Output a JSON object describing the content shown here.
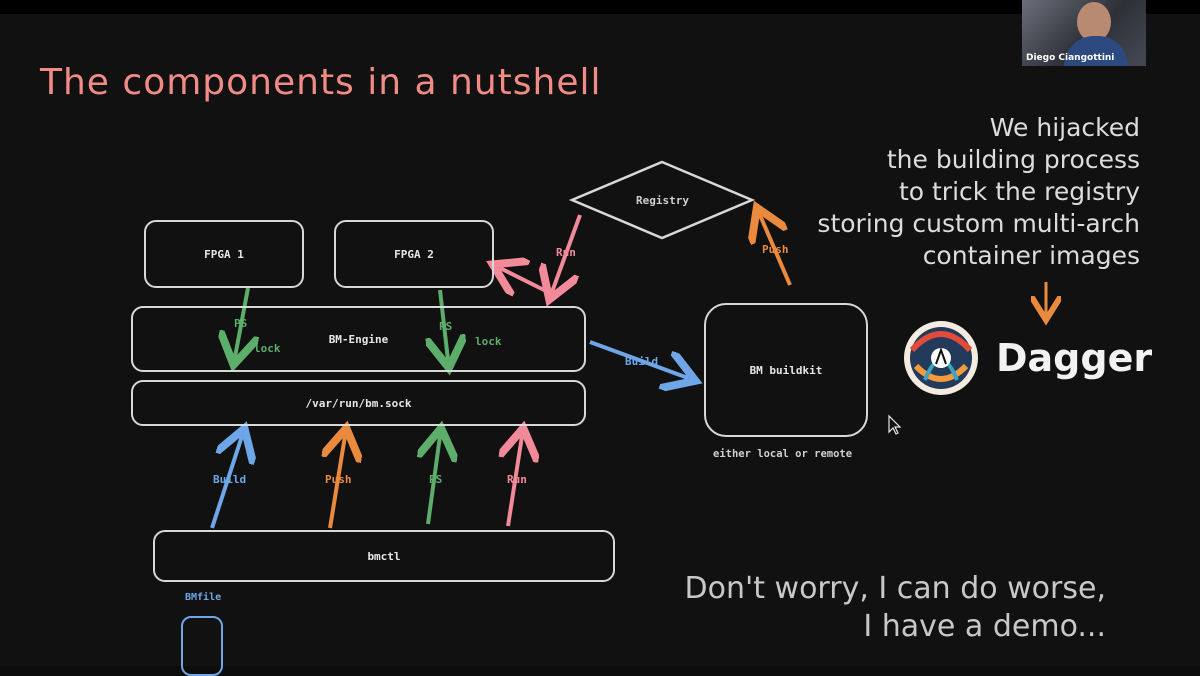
{
  "slide": {
    "title": "The components in a nutshell",
    "boxes": {
      "fpga1": "FPGA 1",
      "fpga2": "FPGA 2",
      "engine": "BM-Engine",
      "sock": "/var/run/bm.sock",
      "bmctl": "bmctl",
      "buildkit": "BM buildkit",
      "registry": "Registry",
      "bmfile": "BMfile"
    },
    "labels": {
      "ps": "PS",
      "lock": "lock",
      "build": "Build",
      "push": "Push",
      "run": "Run",
      "buildkit_note": "either local or remote"
    },
    "hijack_lines": [
      "We hijacked",
      "the building process",
      "to trick the registry",
      "storing custom multi-arch",
      "container images"
    ],
    "dagger_name": "Dagger",
    "footer_lines": [
      "Don't worry, I can do worse,",
      "I have a demo..."
    ]
  },
  "webcam": {
    "name": "Diego Ciangottini"
  },
  "colors": {
    "title": "#f28a86",
    "build": "#6ea6e8",
    "push": "#e98a3e",
    "ps": "#5cae6a",
    "run": "#f28a99"
  }
}
